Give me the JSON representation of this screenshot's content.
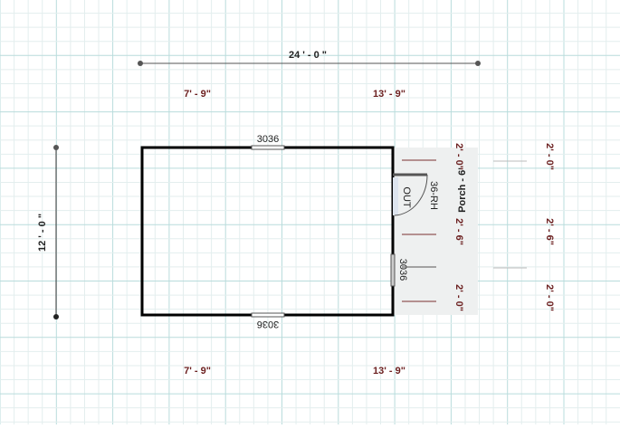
{
  "plan": {
    "overall_width": "24 ' - 0 \"",
    "overall_depth": "12 ' - 0 \"",
    "top_left_segment": "7' - 9\"",
    "top_right_segment": "13' - 9\"",
    "bottom_left_segment": "7' - 9\"",
    "bottom_right_segment": "13' - 9\"",
    "window_top": "3036",
    "window_bottom": "3036",
    "window_right": "3036",
    "door_label": "36-RH",
    "door_swing": "OUT",
    "porch_label": "Porch - 6'",
    "porch_dims_inner": [
      "2' - 0\"",
      "2' - 6\"",
      "2' - 0\""
    ],
    "porch_dims_outer": [
      "2' - 0\"",
      "2' - 6\"",
      "2' - 0\""
    ]
  },
  "colors": {
    "dimension": "#6b1f1f",
    "wall": "#000000",
    "grid_major": "#b9dcdc",
    "grid_minor": "#e3eeee",
    "porch": "#eef0f0"
  }
}
